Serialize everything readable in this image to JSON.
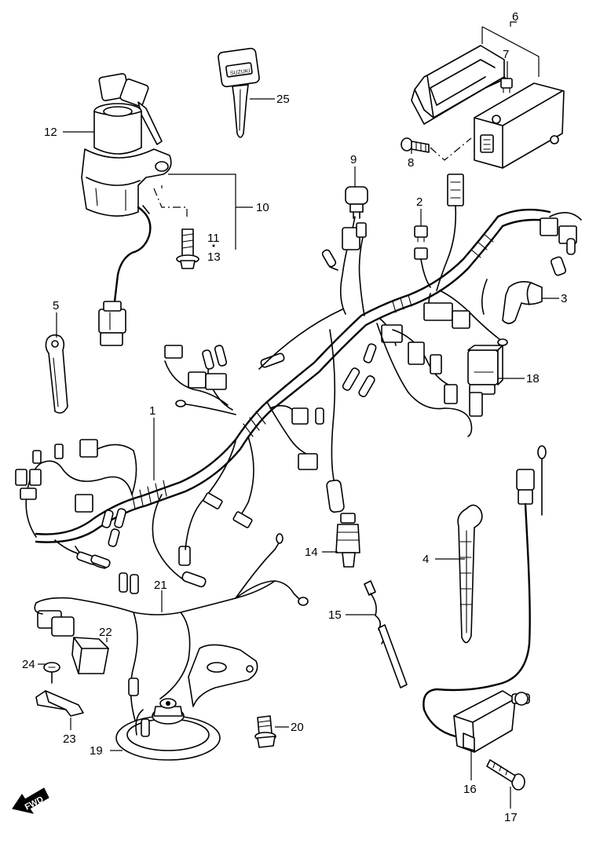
{
  "callouts": {
    "p1": "1",
    "p2": "2",
    "p3": "3",
    "p4": "4",
    "p5": "5",
    "p6": "6",
    "p7": "7",
    "p8": "8",
    "p9": "9",
    "p10": "10",
    "p11": "11",
    "p12": "12",
    "p13": "13",
    "p14": "14",
    "p15": "15",
    "p16": "16",
    "p17": "17",
    "p18": "18",
    "p19": "19",
    "p20": "20",
    "p21": "21",
    "p22": "22",
    "p23": "23",
    "p24": "24",
    "p25": "25"
  },
  "fwd_label": "FWD",
  "key_tag": "SUZUKI"
}
